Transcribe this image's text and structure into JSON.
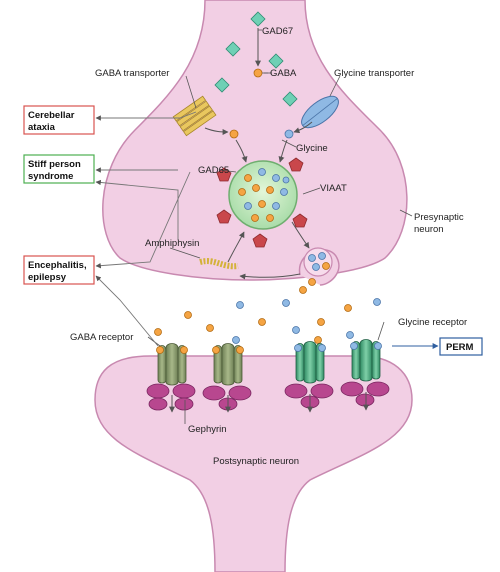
{
  "labels": {
    "gad67": "GAD67",
    "gaba": "GABA",
    "gaba_transporter": "GABA transporter",
    "glycine_transporter": "Glycine transporter",
    "glycine": "Glycine",
    "gad65": "GAD65",
    "viaat": "VIAAT",
    "presynaptic_line1": "Presynaptic",
    "presynaptic_line2": "neuron",
    "amphiphysin": "Amphiphysin",
    "gaba_receptor": "GABA receptor",
    "glycine_receptor": "Glycine receptor",
    "gephyrin": "Gephyrin",
    "postsynaptic": "Postsynaptic neuron"
  },
  "disease_boxes": {
    "cerebellar_line1": "Cerebellar",
    "cerebellar_line2": "ataxia",
    "stiff_line1": "Stiff person",
    "stiff_line2": "syndrome",
    "enceph_line1": "Encephalitis,",
    "enceph_line2": "epilepsy",
    "perm": "PERM"
  },
  "colors": {
    "neuron_fill": "#f2cfe4",
    "neuron_stroke": "#c889b0",
    "gaba_dot": "#f5a443",
    "glycine_dot": "#8fb9e4",
    "gad_diamond": "#6fd0b5",
    "gad65_pentagon": "#c9474b",
    "vesicle": "#bfe7bf",
    "box_red": "#d9534f",
    "box_green": "#4caf50",
    "box_blue": "#2f5fa0"
  }
}
